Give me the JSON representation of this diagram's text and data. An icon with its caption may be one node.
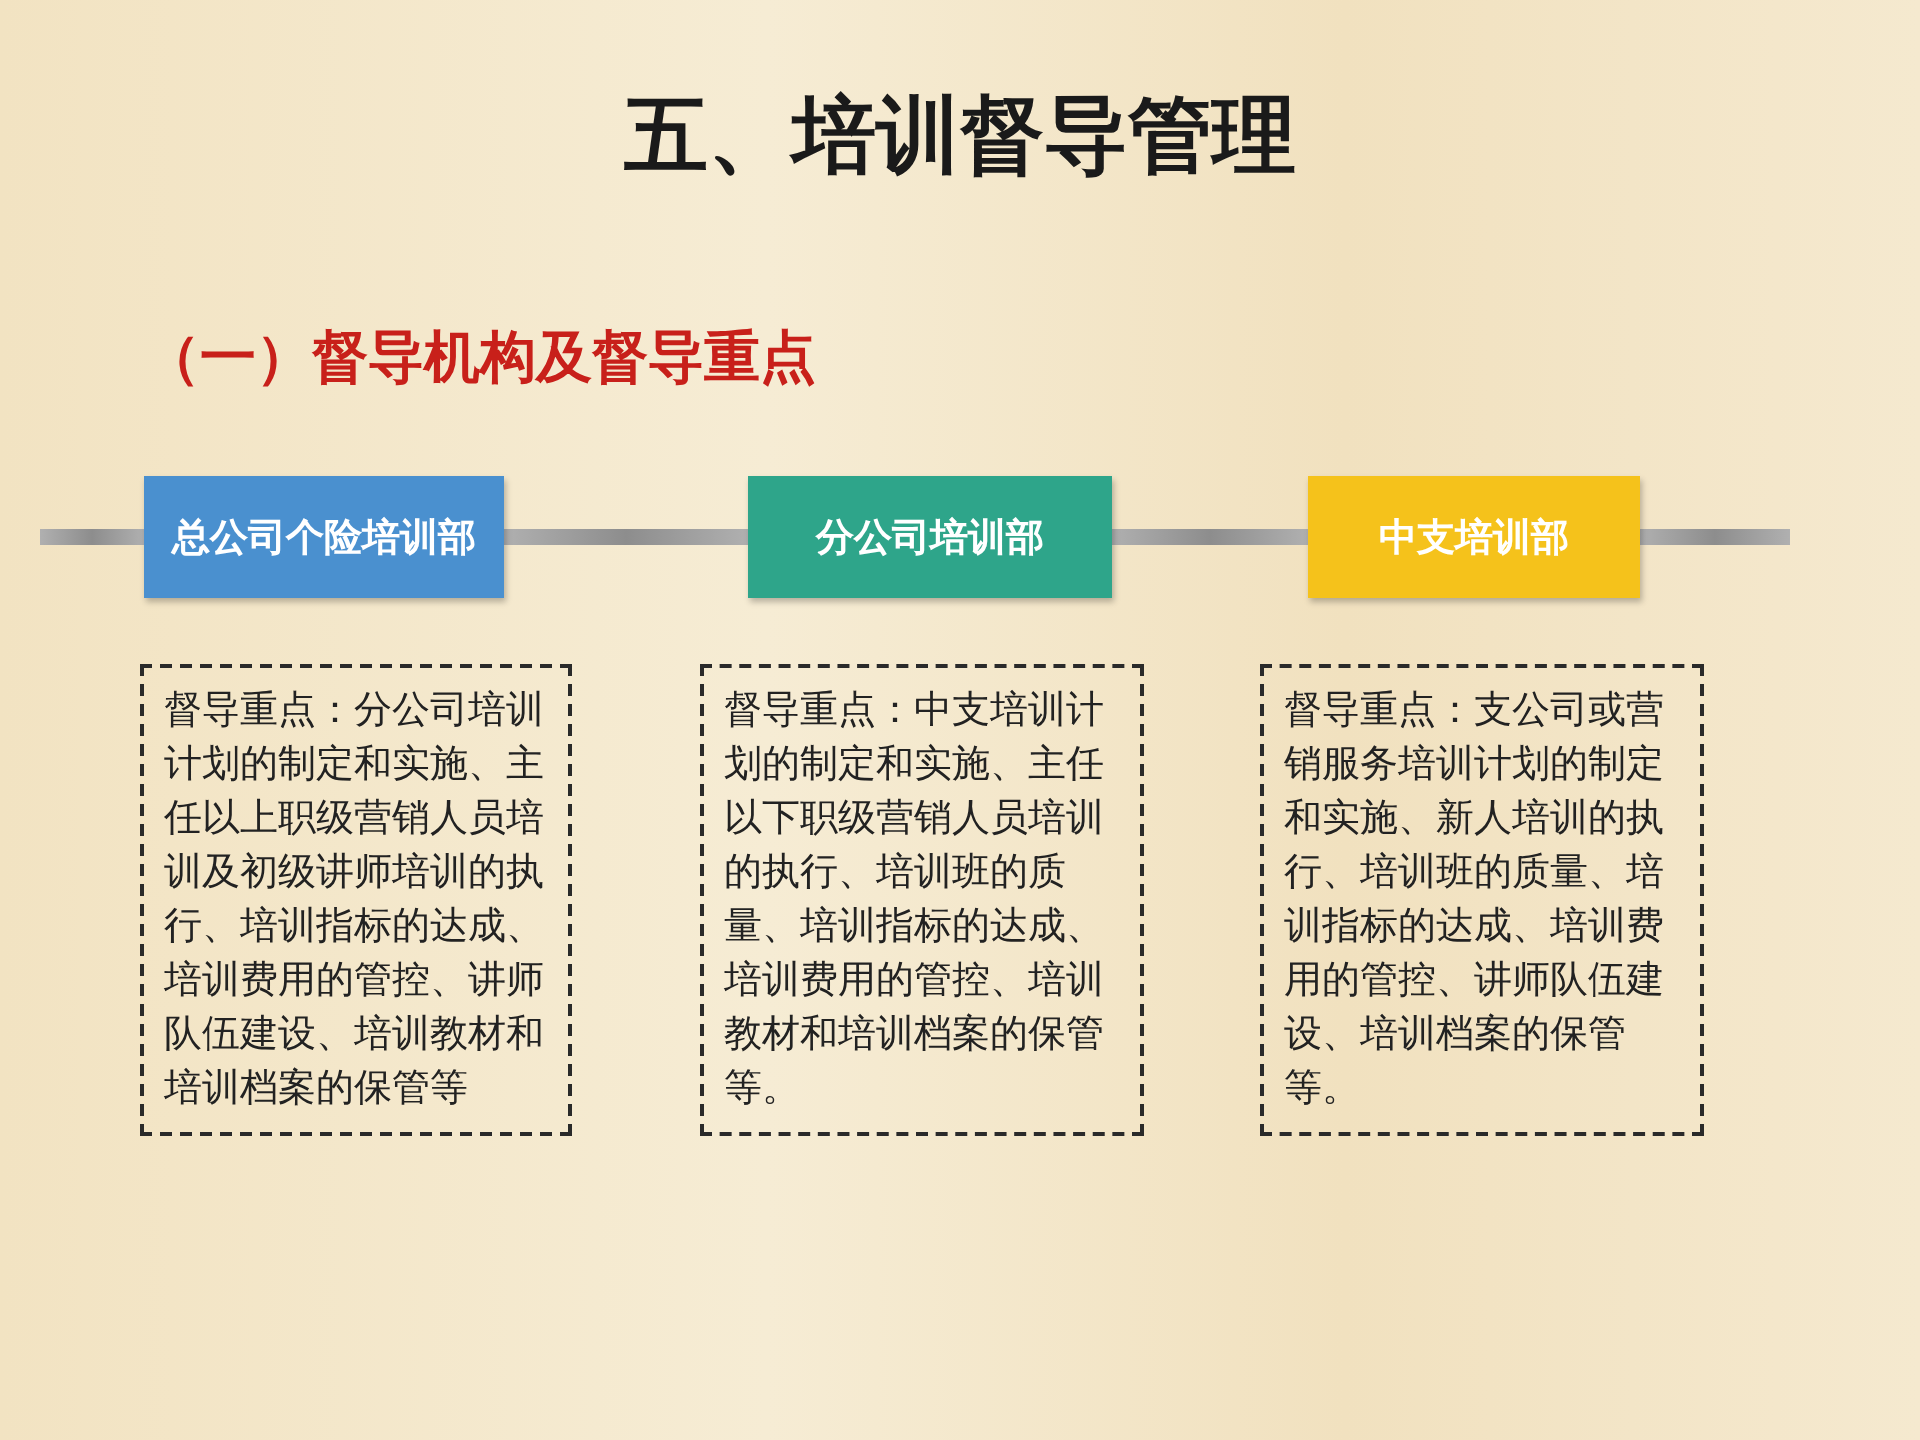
{
  "diagram": {
    "title": "五、培训督导管理",
    "nodes": [
      {
        "text": [
          "总公司个险培训部"
        ]
      },
      {
        "text": [
          "分公司培训部"
        ]
      },
      {
        "text": [
          "中支培训部"
        ]
      },
      {
        "text": [
          "督导重点：分公司培训计划的制定和实施、主任以上职级营销人员培训及初级讲师培训的执行、培训指标的达成、培训费用的管控、讲师队伍建设、培训教材和培训档案的保管等"
        ]
      },
      {
        "text": [
          "督导重点：中支培训计划的制定和实施、主任以下职级营销人员培训的执行、培训班的质量、培训指标的达成、培训费用的管控、培训教材和培训档案的保管等。"
        ]
      },
      {
        "text": [
          "督导重点：支公司或营销服务培训计划的制定和实施、新人培训的执行、培训班的质量、培训指标的达成、培训费用的管控、讲师队伍建设、培训档案的保管等。"
        ]
      }
    ],
    "edges": [
      {
        "from": null,
        "to": 0,
        "arrow": "none"
      },
      {
        "from": 0,
        "to": 1,
        "arrow": "none"
      },
      {
        "from": 1,
        "to": 2,
        "arrow": "none"
      },
      {
        "from": 2,
        "to": null,
        "arrow": "none"
      }
    ],
    "labels": [
      "（一）督导机构及督导重点"
    ]
  }
}
